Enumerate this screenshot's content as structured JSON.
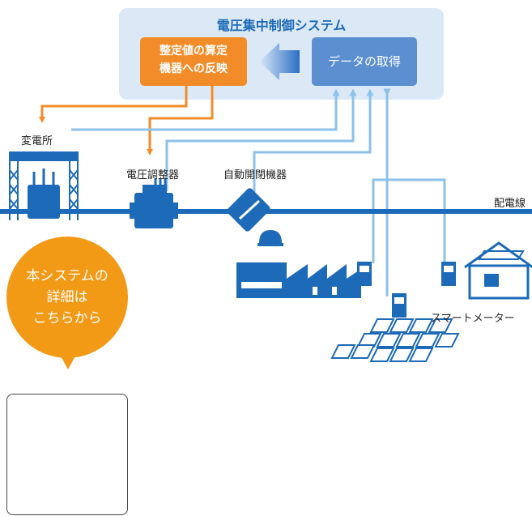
{
  "system": {
    "title": "電圧集中制御システム"
  },
  "boxes": {
    "setpoint": "整定値の算定\n機器への反映",
    "acquire": "データの取得"
  },
  "labels": {
    "substation": "変電所",
    "regulator": "電圧調整器",
    "switch": "自動開閉機器",
    "line": "配電線",
    "meter": "スマートメーター"
  },
  "cta": {
    "text": "本システムの\n詳細は\nこちらから"
  },
  "colors": {
    "panel": "#dbe9f7",
    "orange": "#f28c28",
    "blue_box": "#5b8fd0",
    "line": "#1d6ab8",
    "signal": "#8cc1ea"
  }
}
